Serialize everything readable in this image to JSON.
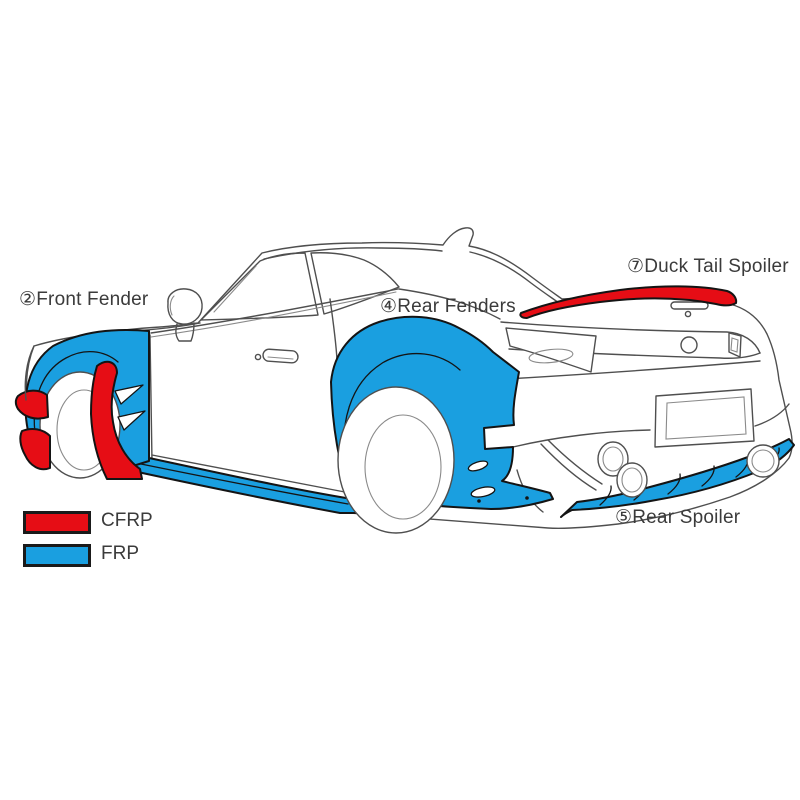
{
  "diagram_title": "",
  "colors": {
    "cfrp": "#e60d15",
    "frp": "#1a9fe0",
    "outline": "#4f4f4f",
    "part_outline": "#141414",
    "label_text": "#3b3b3b",
    "background": "#ffffff"
  },
  "callouts": [
    {
      "id": "front-fender",
      "number": "②",
      "text": "②Front Fender"
    },
    {
      "id": "rear-fenders",
      "number": "④",
      "text": "④Rear Fenders"
    },
    {
      "id": "duck-tail-spoiler",
      "number": "⑦",
      "text": "⑦Duck Tail Spoiler"
    },
    {
      "id": "rear-spoiler",
      "number": "⑤",
      "text": "⑤Rear Spoiler"
    }
  ],
  "legend": {
    "items": [
      {
        "material": "CFRP",
        "color_key": "cfrp"
      },
      {
        "material": "FRP",
        "color_key": "frp"
      }
    ]
  },
  "parts": {
    "front_fender_canards": "CFRP",
    "front_fender_rear_section": "CFRP",
    "front_fender_flare": "FRP",
    "side_skirt": "FRP",
    "rear_fender_flare": "FRP",
    "duck_tail_spoiler": "CFRP",
    "rear_spoiler_diffuser": "FRP"
  }
}
